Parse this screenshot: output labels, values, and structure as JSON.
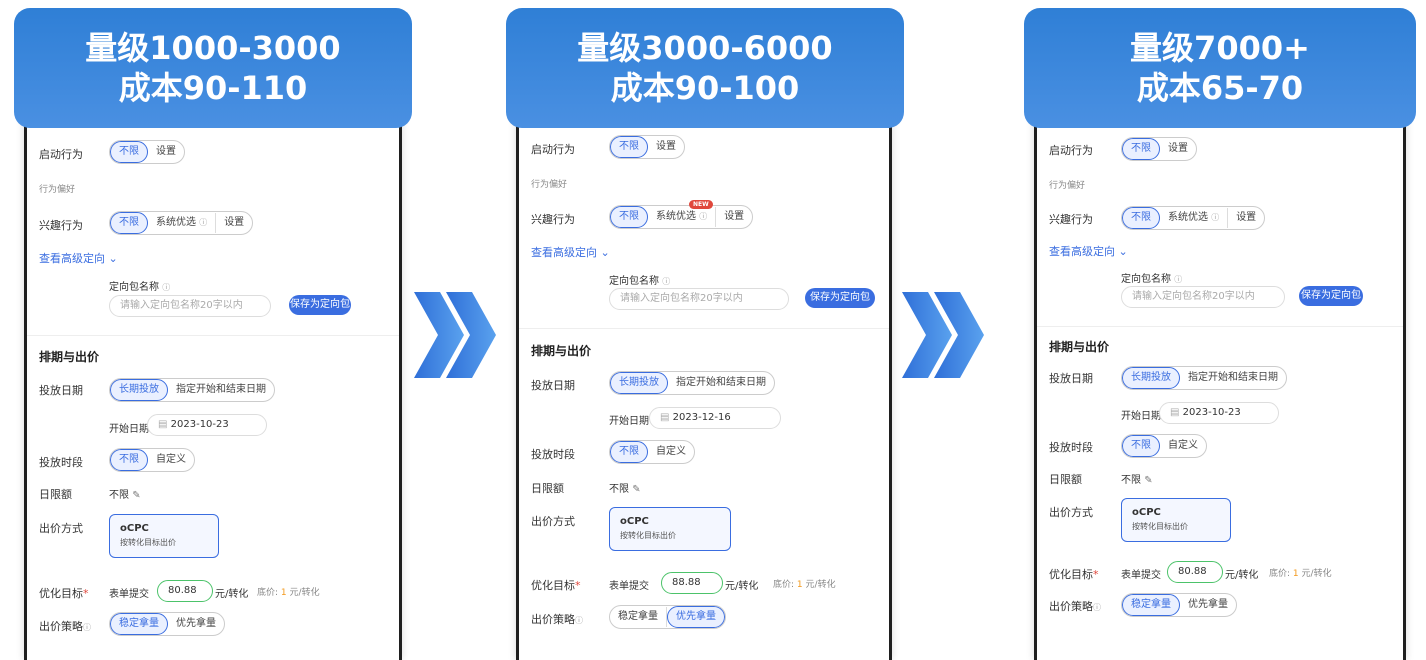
{
  "panels": [
    {
      "header_line1": "量级1000-3000",
      "header_line2": "成本90-110",
      "start_date": "2023-10-23",
      "target_value": "80.88"
    },
    {
      "header_line1": "量级3000-6000",
      "header_line2": "成本90-100",
      "start_date": "2023-12-16",
      "target_value": "88.88"
    },
    {
      "header_line1": "量级7000+",
      "header_line2": "成本65-70",
      "start_date": "2023-10-23",
      "target_value": "80.88"
    }
  ],
  "labels": {
    "startup_behavior": "启动行为",
    "unlimited": "不限",
    "setting": "设置",
    "behavior_pref": "行为偏好",
    "interest_behavior": "兴趣行为",
    "system_optimal": "系统优选",
    "info_icon": "ⓘ",
    "advanced_targeting": "查看高级定向",
    "package_name": "定向包名称",
    "package_placeholder": "请输入定向包名称20字以内",
    "save_package": "保存为定向包",
    "schedule_bid": "排期与出价",
    "delivery_date": "投放日期",
    "long_term": "长期投放",
    "specify_dates": "指定开始和结束日期",
    "start_date_label": "开始日期",
    "delivery_period": "投放时段",
    "custom": "自定义",
    "daily_budget": "日限额",
    "unlimited_budget": "不限",
    "bid_method": "出价方式",
    "ocpc_title": "oCPC",
    "ocpc_sub": "按转化目标出价",
    "optimize_target": "优化目标",
    "form_submit": "表单提交",
    "unit": "元/转化",
    "floor_price_label": "底价:",
    "floor_price_value": "1",
    "floor_unit": "元/转化",
    "bid_strategy": "出价策略",
    "stable_volume": "稳定拿量",
    "priority_volume": "优先拿量",
    "new_badge": "NEW",
    "required_mark": "*"
  },
  "colors": {
    "header_blue": "#3a86dc",
    "accent_blue": "#3a6de0",
    "green_border": "#4cc36a",
    "floor_orange": "#f39a1e"
  },
  "icons": [
    "chevron-right-double-icon",
    "calendar-icon",
    "edit-pencil-icon",
    "chevron-down-icon",
    "info-icon"
  ]
}
